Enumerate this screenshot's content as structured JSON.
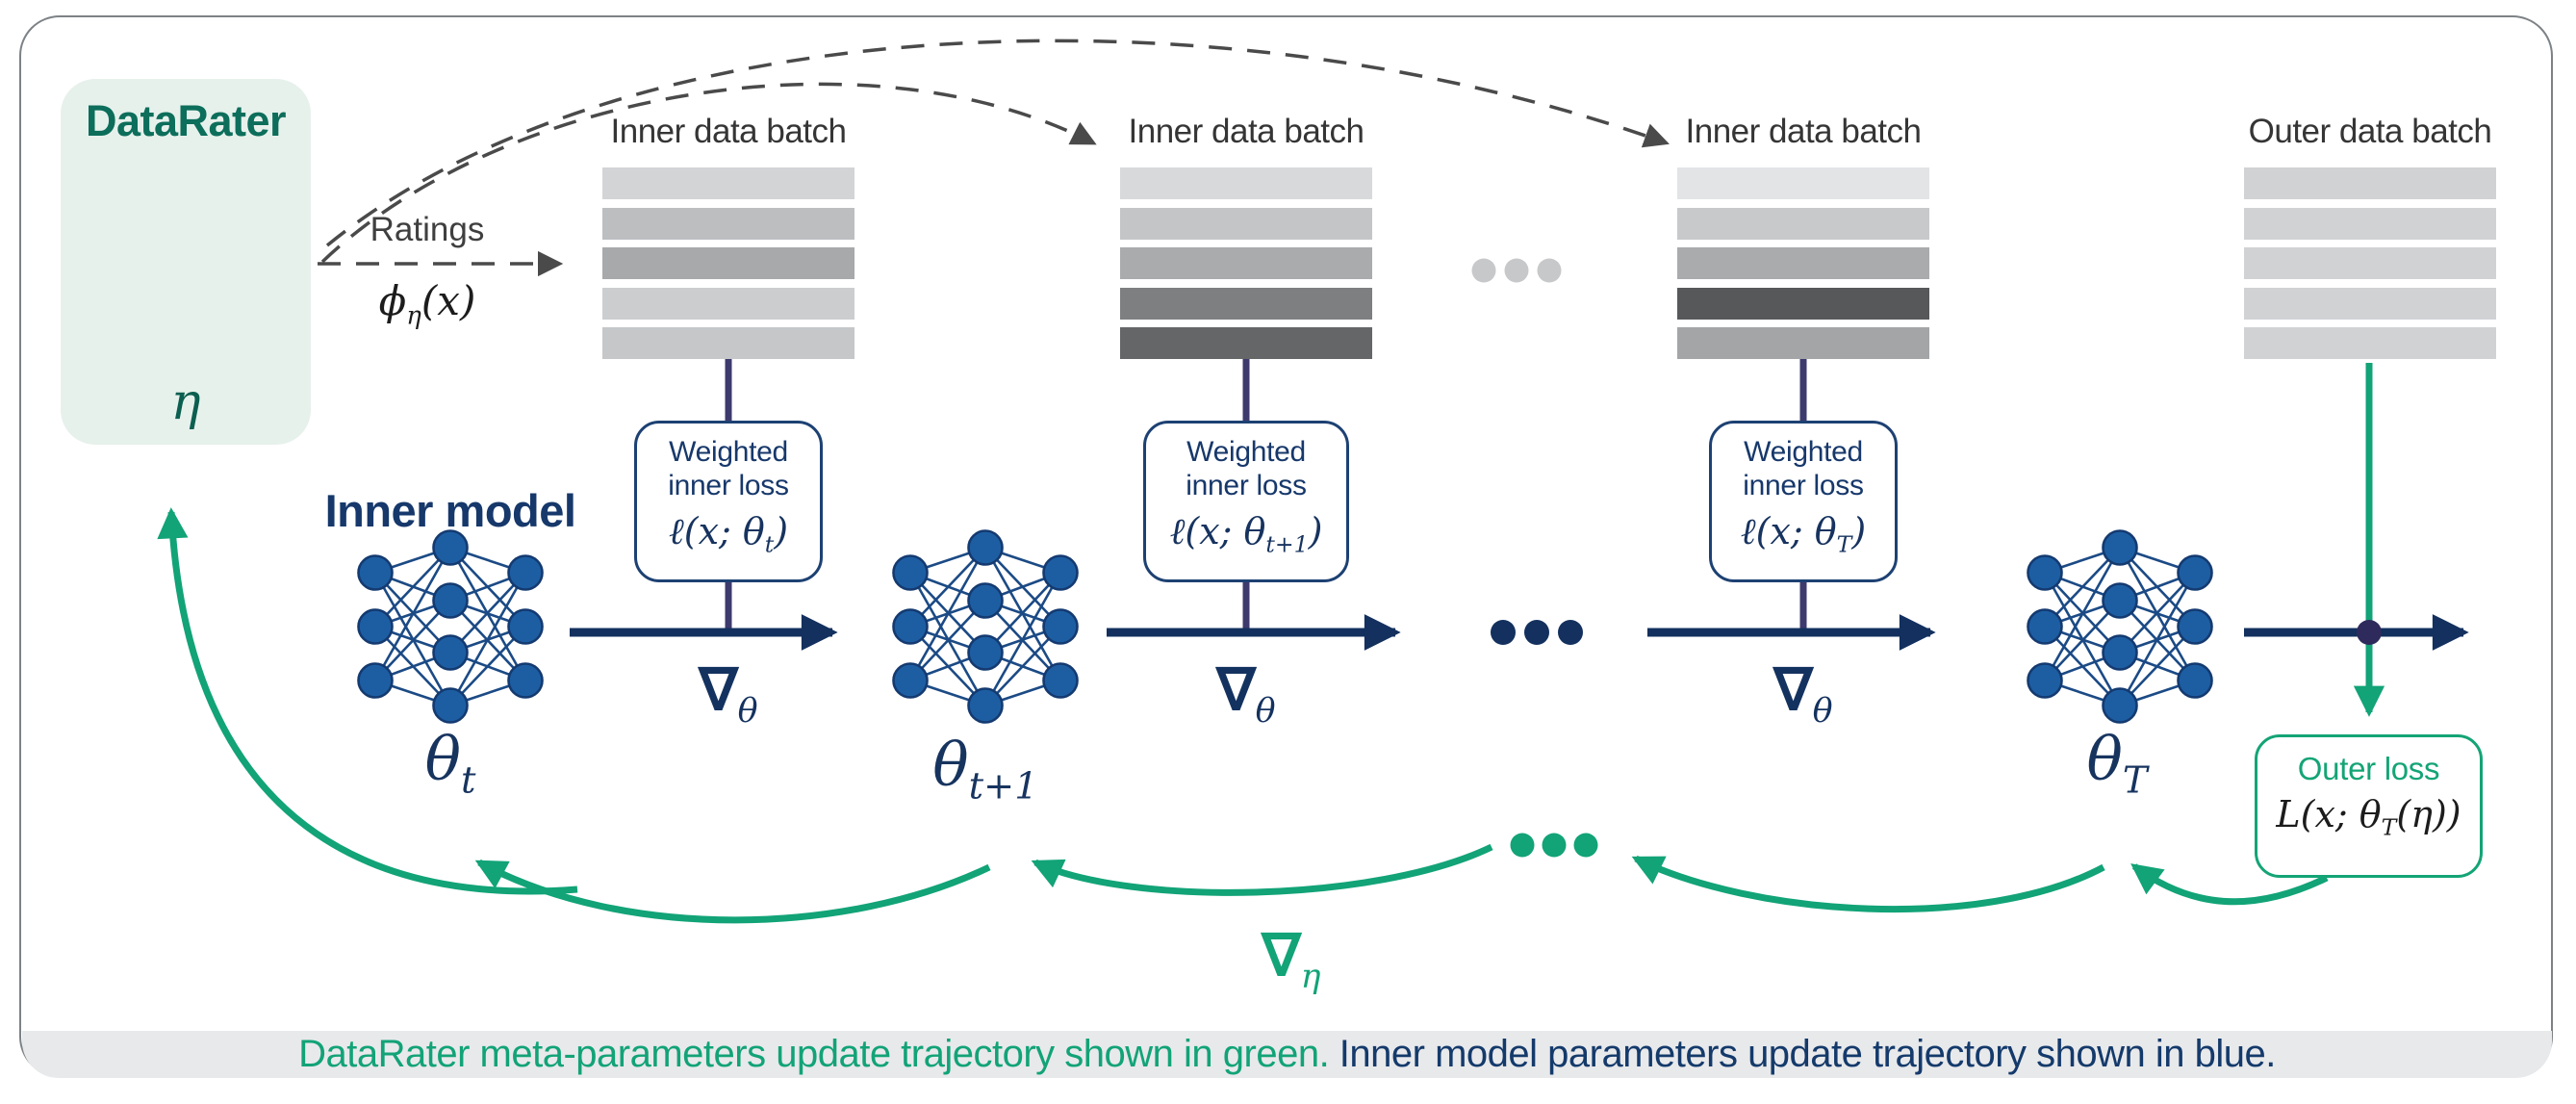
{
  "colors": {
    "green": "#12a377",
    "green_node_stroke": "#0c7a5e",
    "green_panel_bg": "#e7f1ec",
    "green_text_dark": "#0c6e5b",
    "blue_node_fill": "#1d5ea3",
    "blue_node_stroke": "#143a70",
    "blue_edge": "#1b4a85",
    "navy_arrow": "#13305e",
    "navy_text": "#16386b",
    "tick_purple": "#3d3a6e",
    "dash_gray": "#4a4a4a",
    "gray_dot": "#c7c8ca",
    "junction_dot": "#2e2a5c",
    "caption_bg": "#e8e9eb"
  },
  "datarater": {
    "title": "DataRater",
    "param": "η"
  },
  "ratings": {
    "label": "Ratings",
    "formula_symbol": "ϕ",
    "formula_sub": "η",
    "formula_args": "(x)"
  },
  "inner_model_label": "Inner model",
  "batches": [
    {
      "label": "Inner data batch",
      "bar_colors": [
        "#d3d4d6",
        "#bcbec0",
        "#a7a9ab",
        "#cbcdcf",
        "#c5c7c9"
      ]
    },
    {
      "label": "Inner data batch",
      "bar_colors": [
        "#d8d9db",
        "#c3c5c7",
        "#a9abad",
        "#7d7f81",
        "#646668"
      ]
    },
    {
      "label": "Inner data batch",
      "bar_colors": [
        "#e3e4e6",
        "#c7c9cb",
        "#a9abad",
        "#56585a",
        "#a3a5a7"
      ]
    },
    {
      "label": "Outer data batch",
      "bar_colors": [
        "#d1d2d4",
        "#d1d2d4",
        "#d1d2d4",
        "#d1d2d4",
        "#d1d2d4"
      ]
    }
  ],
  "loss_boxes": [
    {
      "title_line1": "Weighted",
      "title_line2": "inner loss",
      "formula_prefix": "ℓ(x; θ",
      "formula_sub": "t",
      "formula_suffix": ")"
    },
    {
      "title_line1": "Weighted",
      "title_line2": "inner loss",
      "formula_prefix": "ℓ(x; θ",
      "formula_sub": "t+1",
      "formula_suffix": ")"
    },
    {
      "title_line1": "Weighted",
      "title_line2": "inner loss",
      "formula_prefix": "ℓ(x; θ",
      "formula_sub": "T",
      "formula_suffix": ")"
    }
  ],
  "outer_loss": {
    "title": "Outer loss",
    "formula_prefix": "L(x; θ",
    "formula_sub": "T",
    "formula_suffix": "(η))"
  },
  "theta_labels": [
    {
      "base": "θ",
      "sub": "t"
    },
    {
      "base": "θ",
      "sub": "t+1"
    },
    {
      "base": "θ",
      "sub": "T"
    }
  ],
  "gradients": {
    "inner_symbol": "∇",
    "inner_sub": "θ",
    "outer_symbol": "∇",
    "outer_sub": "η"
  },
  "caption": {
    "green": "DataRater meta-parameters update trajectory shown in green.",
    "blue": " Inner model parameters update trajectory shown in blue."
  }
}
